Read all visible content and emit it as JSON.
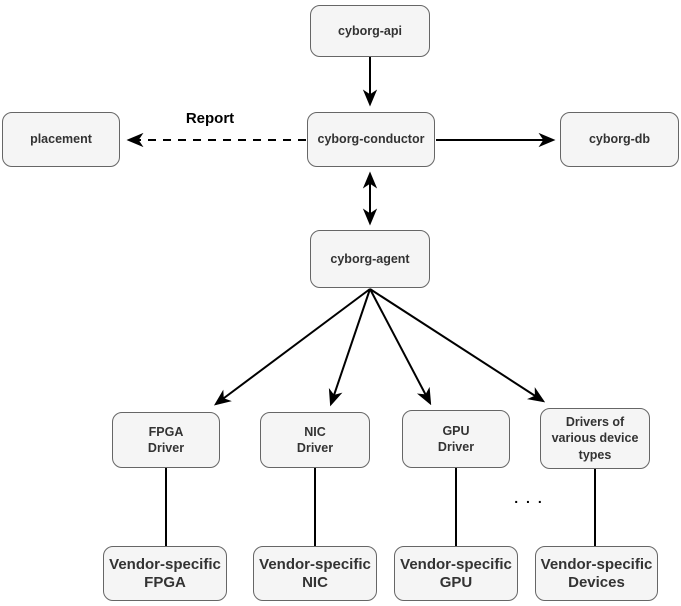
{
  "nodes": {
    "cyborg_api": {
      "label": "cyborg-api"
    },
    "placement": {
      "label": "placement"
    },
    "cyborg_conductor": {
      "label": "cyborg-conductor"
    },
    "cyborg_db": {
      "label": "cyborg-db"
    },
    "cyborg_agent": {
      "label": "cyborg-agent"
    },
    "fpga_driver": {
      "label": "FPGA\nDriver"
    },
    "nic_driver": {
      "label": "NIC\nDriver"
    },
    "gpu_driver": {
      "label": "GPU\nDriver"
    },
    "various_drivers": {
      "label": "Drivers of\nvarious device\ntypes"
    },
    "vendor_fpga": {
      "label": "Vendor-specific\nFPGA"
    },
    "vendor_nic": {
      "label": "Vendor-specific\nNIC"
    },
    "vendor_gpu": {
      "label": "Vendor-specific\nGPU"
    },
    "vendor_devices": {
      "label": "Vendor-specific\nDevices"
    }
  },
  "edge_labels": {
    "report": "Report",
    "ellipsis": ". . ."
  },
  "colors": {
    "node_fill": "#f5f5f5",
    "node_border": "#666666",
    "node_text": "#333333",
    "connector": "#000000",
    "background": "#ffffff"
  }
}
